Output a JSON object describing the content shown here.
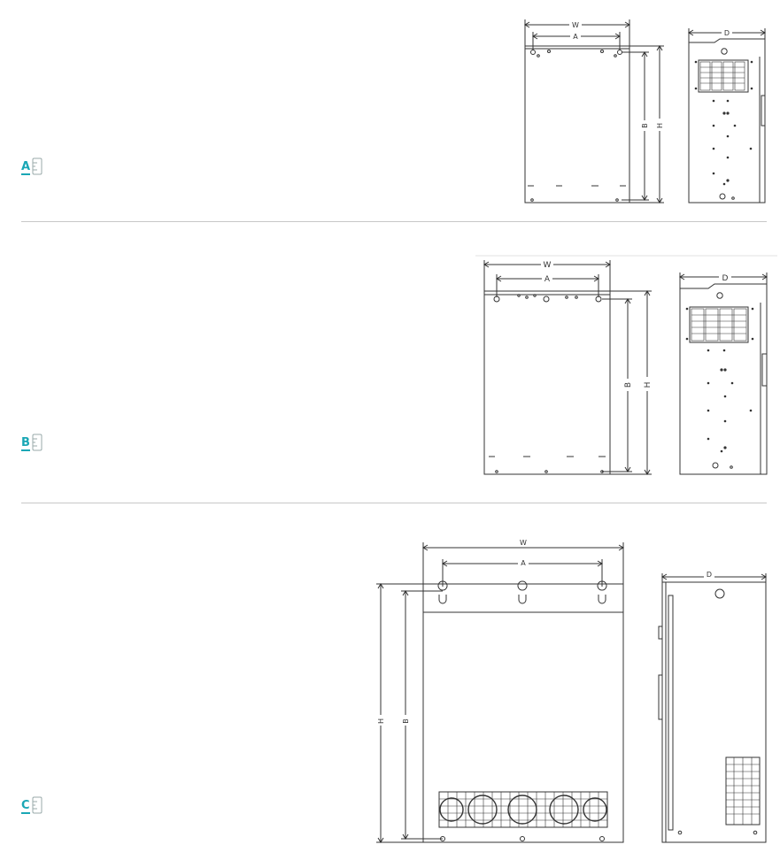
{
  "sections": [
    {
      "id": "A",
      "size_label": "A",
      "dim_labels": {
        "width": "W",
        "mount_width": "A",
        "height": "H",
        "mount_height": "B",
        "depth": "D"
      }
    },
    {
      "id": "B",
      "size_label": "B",
      "dim_labels": {
        "width": "W",
        "mount_width": "A",
        "height": "H",
        "mount_height": "B",
        "depth": "D"
      }
    },
    {
      "id": "C",
      "size_label": "C",
      "dim_labels": {
        "width": "W",
        "mount_width": "A",
        "height": "H",
        "mount_height": "B",
        "depth": "D"
      }
    }
  ],
  "icons": {
    "size_icon": "ruler-icon"
  },
  "colors": {
    "accent": "#1aa7b5",
    "line": "#333333",
    "divider": "#c8c8c8"
  }
}
